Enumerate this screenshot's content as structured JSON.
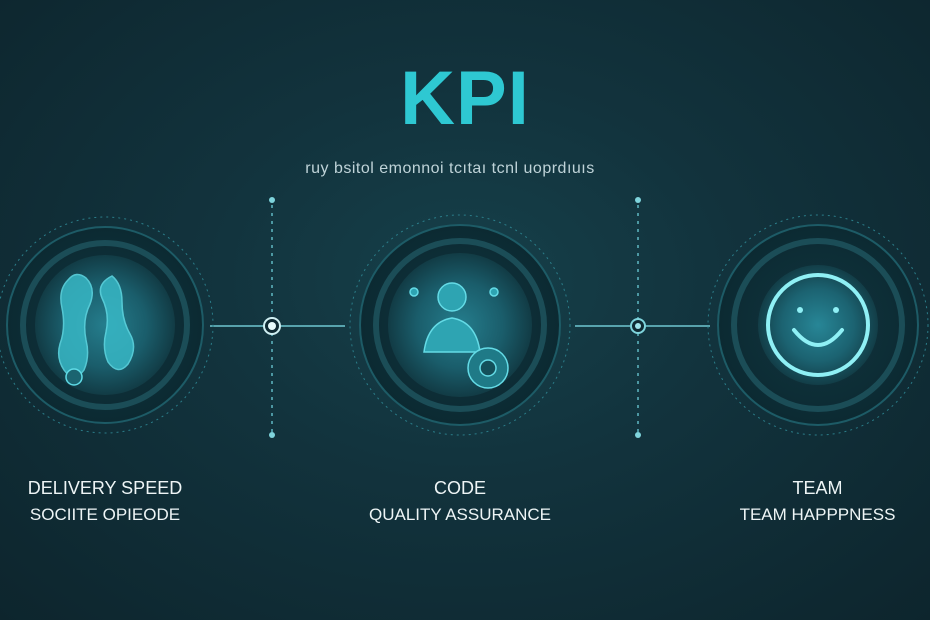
{
  "title": "KPI",
  "subtitle": "ruy bsitol emonnoi tcıtaı tcnl uoprdıuıs",
  "kpis": [
    {
      "icon": "hands-icon",
      "line1": "DELIVERY SPEED",
      "line2": "SOCIITE OPIEODE"
    },
    {
      "icon": "person-gear-icon",
      "line1": "CODE",
      "line2": "QUALITY ASSURANCE"
    },
    {
      "icon": "smiley-icon",
      "line1": "TEAM",
      "line2": "TEAM HAPPPNESS"
    }
  ],
  "colors": {
    "background": "#0f2a33",
    "accent": "#2ec8d2",
    "ring": "#1a5f6b",
    "text": "#eef5f6"
  }
}
